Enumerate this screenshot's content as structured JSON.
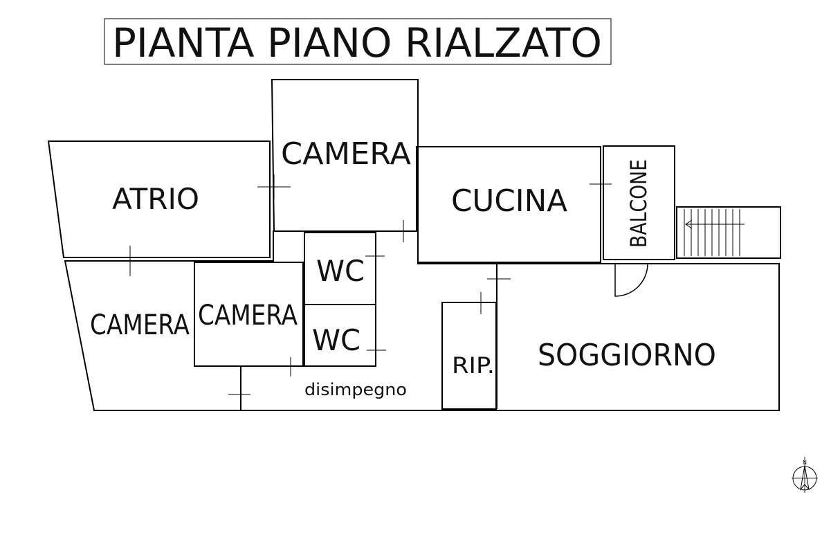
{
  "title": "PIANTA PIANO RIALZATO",
  "rooms": {
    "atrio": "ATRIO",
    "camera_top": "CAMERA",
    "cucina": "CUCINA",
    "balcone": "BALCONE",
    "wc_upper": "WC",
    "wc_lower": "WC",
    "camera_left": "CAMERA",
    "camera_mid": "CAMERA",
    "disimpegno": "disimpegno",
    "rip": "RIP.",
    "soggiorno": "SOGGIORNO"
  },
  "compass": {
    "north_label": "N"
  }
}
